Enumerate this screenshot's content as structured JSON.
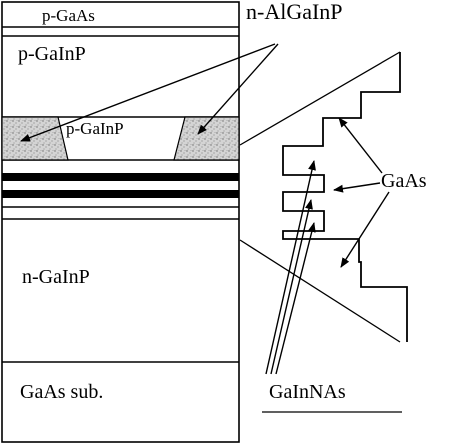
{
  "layers": {
    "cap": "p-GaAs",
    "upper_cladding": "p-GaInP",
    "ridge": "p-GaInP",
    "lower_cladding": "n-GaInP",
    "substrate": "GaAs sub."
  },
  "callouts": {
    "blocking": "n-AlGaInP",
    "barrier": "GaAs",
    "well": "GaInNAs"
  },
  "colors": {
    "line": "#000000",
    "background": "#ffffff",
    "blocking_fill": "#cfcfcf"
  }
}
